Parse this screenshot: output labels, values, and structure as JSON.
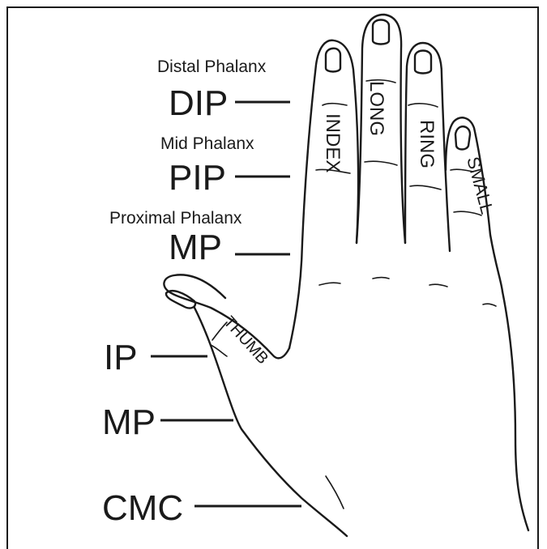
{
  "diagram": {
    "phalanx_labels": {
      "distal": "Distal Phalanx",
      "mid": "Mid Phalanx",
      "proximal": "Proximal Phalanx"
    },
    "finger_joints": {
      "dip": "DIP",
      "pip": "PIP",
      "mp": "MP"
    },
    "thumb_joints": {
      "ip": "IP",
      "mp": "MP",
      "cmc": "CMC"
    },
    "fingers": {
      "index": "INDEX",
      "long": "LONG",
      "ring": "RING",
      "small": "SMALL",
      "thumb": "THUMB"
    },
    "colors": {
      "ink": "#1a1a1a",
      "background": "#ffffff"
    }
  }
}
